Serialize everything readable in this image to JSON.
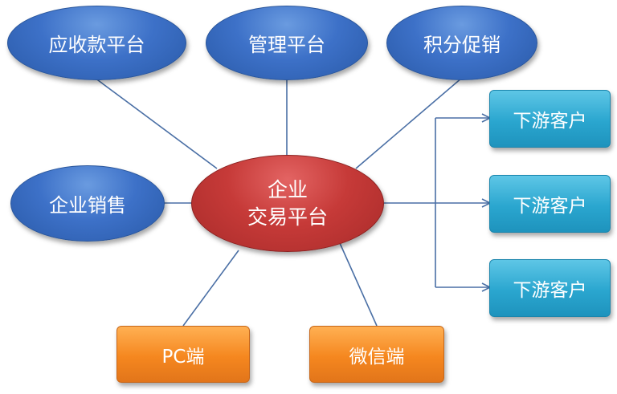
{
  "top_nodes": {
    "receivables": "应收款平台",
    "management": "管理平台",
    "points": "积分促销"
  },
  "left_node": "企业销售",
  "center": {
    "line1": "企业",
    "line2": "交易平台"
  },
  "customers": [
    "下游客户",
    "下游客户",
    "下游客户"
  ],
  "bottom_nodes": {
    "pc": "PC端",
    "wechat": "微信端"
  },
  "colors": {
    "connector": "#4a6fa5",
    "blue_node": "#3d71c8",
    "center_node": "#c63a38",
    "customer_node": "#2aa6cf",
    "client_node": "#f5871f"
  }
}
